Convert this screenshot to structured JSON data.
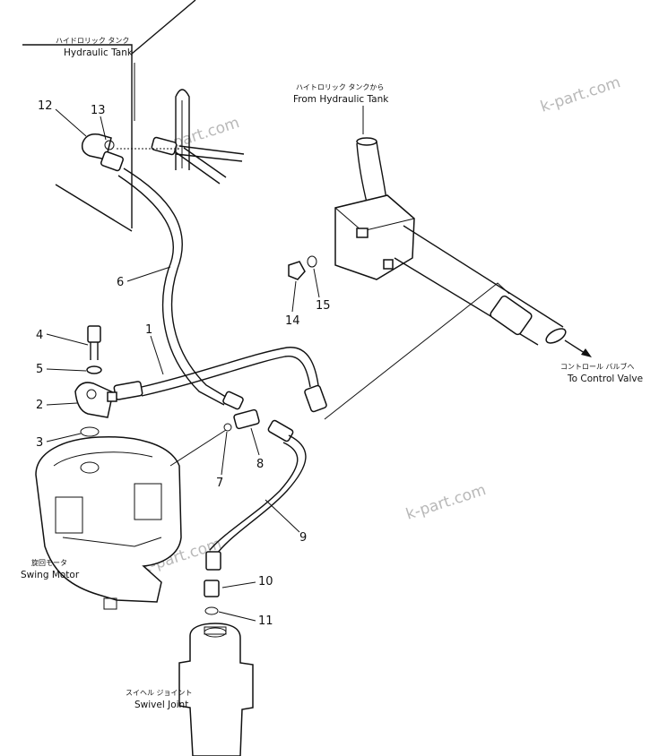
{
  "labels": {
    "hydraulic_tank_jp": "ハイドロリック タンク",
    "hydraulic_tank_en": "Hydraulic Tank",
    "from_tank_jp": "ハイトロリック タンクから",
    "from_tank_en": "From Hydraulic Tank",
    "to_valve_jp": "コントロール バルブへ",
    "to_valve_en": "To Control Valve",
    "swing_motor_jp": "旋回モータ",
    "swing_motor_en": "Swing Motor",
    "swivel_jp": "スイヘル ジョイント",
    "swivel_en": "Swivel Joint"
  },
  "part_numbers": {
    "p1": "1",
    "p2": "2",
    "p3": "3",
    "p4": "4",
    "p5": "5",
    "p6": "6",
    "p7": "7",
    "p8": "8",
    "p9": "9",
    "p10": "10",
    "p11": "11",
    "p12": "12",
    "p13": "13",
    "p14": "14",
    "p15": "15"
  },
  "watermarks": [
    "k-part.com",
    "k-part.com",
    "k-part.com",
    "k-part.com"
  ]
}
